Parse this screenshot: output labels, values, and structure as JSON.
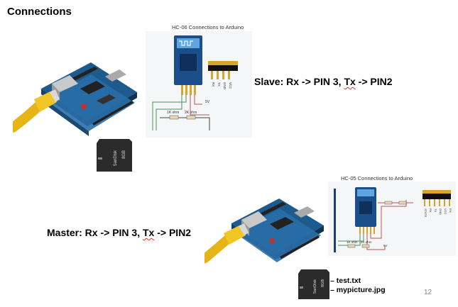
{
  "slide": {
    "title": "Connections",
    "page_number": "12"
  },
  "slave": {
    "diagram_title": "HC-06 Connections to Arduino",
    "caption_prefix": "Slave: Rx -> PIN 3, ",
    "caption_tx": "Tx",
    "caption_suffix": " -> PIN2",
    "pin_labels": [
      "RX",
      "TX",
      "GND",
      "VCC"
    ],
    "resistor1": "1K ohm",
    "resistor2": "2K ohm",
    "voltage": "5V"
  },
  "master": {
    "diagram_title": "HC-05 Connections to Arduino",
    "caption_prefix": "Master: Rx -> PIN 3, ",
    "caption_tx": "Tx",
    "caption_suffix": " -> PIN2",
    "pin_labels": [
      "STATE",
      "RX",
      "TX",
      "GND",
      "VCC",
      "EN"
    ],
    "resistor1": "1K ohm",
    "resistor2": "2K ohm",
    "voltage": "5V"
  },
  "sdcard": {
    "brand": "SanDisk",
    "capacity": "8GB"
  },
  "files": {
    "file1": "– test.txt",
    "file2": "– mypicture.jpg"
  }
}
